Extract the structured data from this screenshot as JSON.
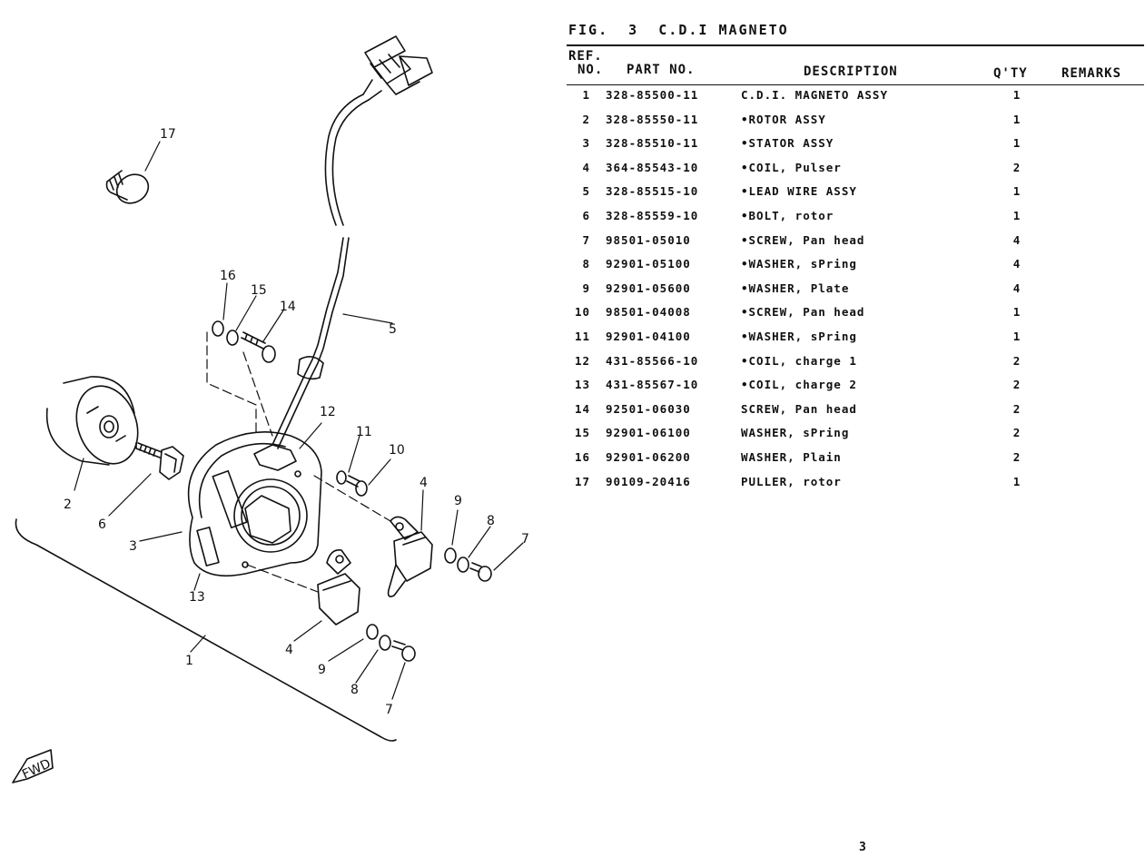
{
  "figure": {
    "title": "FIG.  3  C.D.I MAGNETO",
    "fwd_label": "FWD"
  },
  "table": {
    "headers": {
      "ref_line1": "REF.",
      "ref_line2": "NO.",
      "part_no": "PART NO.",
      "description": "DESCRIPTION",
      "qty": "Q'TY",
      "remarks": "REMARKS"
    },
    "rows": [
      {
        "ref": "1",
        "part": "328-85500-11",
        "desc": "C.D.I. MAGNETO ASSY",
        "qty": "1"
      },
      {
        "ref": "2",
        "part": "328-85550-11",
        "desc": "•ROTOR ASSY",
        "qty": "1"
      },
      {
        "ref": "3",
        "part": "328-85510-11",
        "desc": "•STATOR ASSY",
        "qty": "1"
      },
      {
        "ref": "4",
        "part": "364-85543-10",
        "desc": "•COIL, Pulser",
        "qty": "2"
      },
      {
        "ref": "5",
        "part": "328-85515-10",
        "desc": "•LEAD WIRE ASSY",
        "qty": "1"
      },
      {
        "ref": "6",
        "part": "328-85559-10",
        "desc": "•BOLT, rotor",
        "qty": "1"
      },
      {
        "ref": "7",
        "part": "98501-05010",
        "desc": "•SCREW, Pan head",
        "qty": "4"
      },
      {
        "ref": "8",
        "part": "92901-05100",
        "desc": "•WASHER, sPring",
        "qty": "4"
      },
      {
        "ref": "9",
        "part": "92901-05600",
        "desc": "•WASHER, Plate",
        "qty": "4"
      },
      {
        "ref": "10",
        "part": "98501-04008",
        "desc": "•SCREW, Pan head",
        "qty": "1"
      },
      {
        "ref": "11",
        "part": "92901-04100",
        "desc": "•WASHER, sPring",
        "qty": "1"
      },
      {
        "ref": "12",
        "part": "431-85566-10",
        "desc": "•COIL, charge 1",
        "qty": "2"
      },
      {
        "ref": "13",
        "part": "431-85567-10",
        "desc": "•COIL, charge 2",
        "qty": "2"
      },
      {
        "ref": "14",
        "part": "92501-06030",
        "desc": "SCREW, Pan head",
        "qty": "2"
      },
      {
        "ref": "15",
        "part": "92901-06100",
        "desc": "WASHER, sPring",
        "qty": "2"
      },
      {
        "ref": "16",
        "part": "92901-06200",
        "desc": "WASHER, Plain",
        "qty": "2"
      },
      {
        "ref": "17",
        "part": "90109-20416",
        "desc": "PULLER, rotor",
        "qty": "1"
      }
    ]
  },
  "callouts": {
    "c1": "1",
    "c2": "2",
    "c3": "3",
    "c4a": "4",
    "c4b": "4",
    "c5": "5",
    "c6": "6",
    "c7a": "7",
    "c7b": "7",
    "c8a": "8",
    "c8b": "8",
    "c9a": "9",
    "c9b": "9",
    "c10": "10",
    "c11": "11",
    "c12": "12",
    "c13": "13",
    "c14": "14",
    "c15": "15",
    "c16": "16",
    "c17": "17"
  },
  "page_number": "3"
}
